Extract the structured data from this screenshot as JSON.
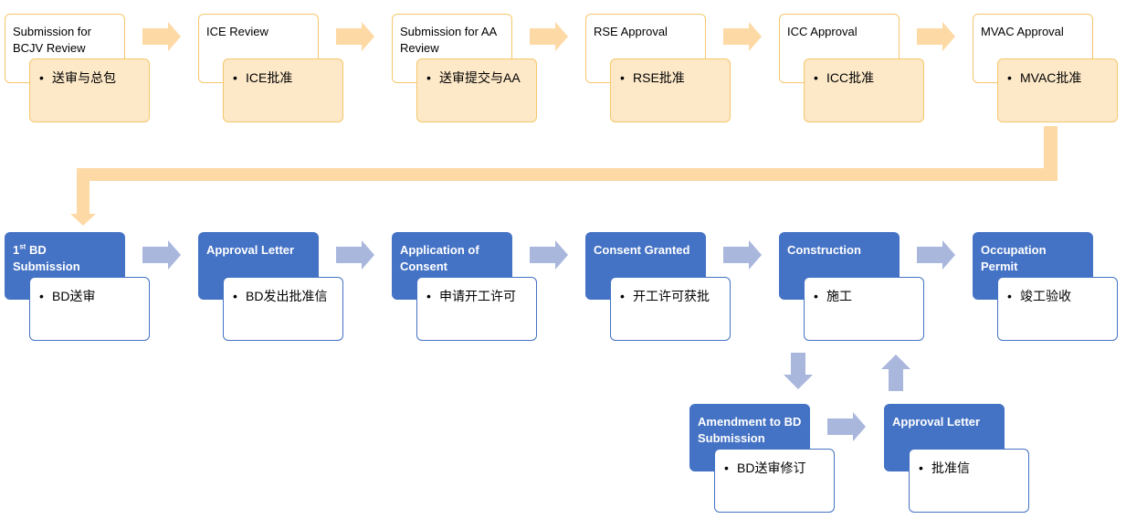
{
  "row1": [
    {
      "title": "Submission for BCJV Review",
      "bullet": "送审与总包"
    },
    {
      "title": "ICE Review",
      "bullet": "ICE批准"
    },
    {
      "title": "Submission for AA Review",
      "bullet": "送审提交与AA"
    },
    {
      "title": "RSE Approval",
      "bullet": "RSE批准"
    },
    {
      "title": "ICC Approval",
      "bullet": "ICC批准"
    },
    {
      "title": "MVAC Approval",
      "bullet": "MVAC批准"
    }
  ],
  "row2": [
    {
      "title_sup": "st",
      "title_prefix": "1",
      "title_rest": " BD Submission",
      "bullet": "BD送审"
    },
    {
      "title": "Approval Letter",
      "bullet": "BD发出批准信"
    },
    {
      "title": "Application of Consent",
      "bullet": "申请开工许可"
    },
    {
      "title": "Consent Granted",
      "bullet": "开工许可获批"
    },
    {
      "title": "Construction",
      "bullet": "施工"
    },
    {
      "title": "Occupation Permit",
      "bullet": "竣工验收"
    }
  ],
  "row3": [
    {
      "title": "Amendment to BD Submission",
      "bullet": "BD送审修订"
    },
    {
      "title": "Approval Letter",
      "bullet": "批准信"
    }
  ],
  "colors": {
    "yellow_border": "#f5c76a",
    "yellow_fill": "#fde8c8",
    "yellow_arrow": "#fdd9a5",
    "blue_fill": "#4472c4",
    "blue_arrow": "#a9b7dd"
  }
}
